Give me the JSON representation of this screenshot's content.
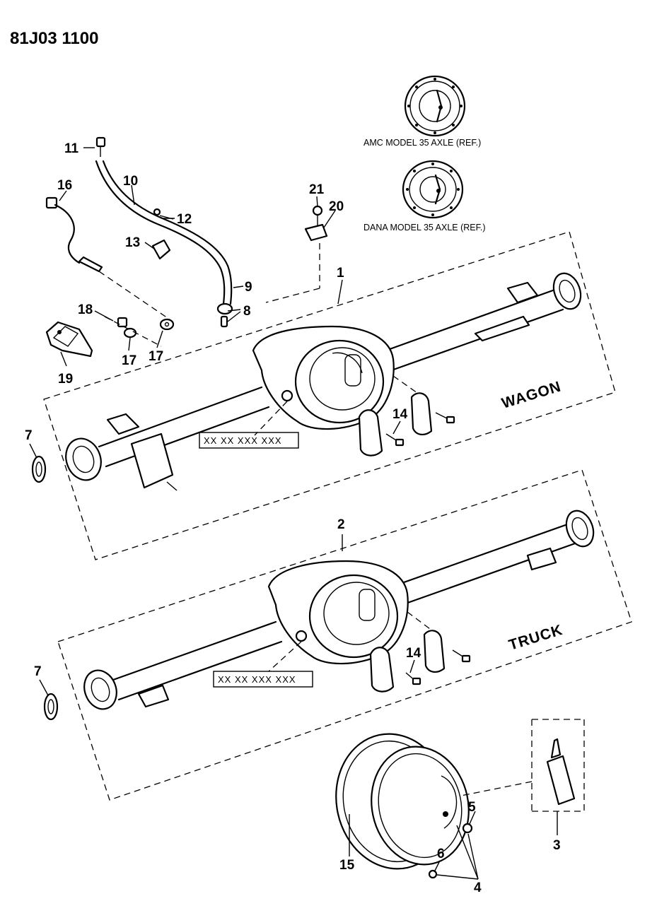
{
  "header": {
    "code": "81J03 1100"
  },
  "references": [
    {
      "id": "amc",
      "label": "AMC MODEL 35 AXLE (REF.)"
    },
    {
      "id": "dana",
      "label": "DANA MODEL 35 AXLE (REF.)"
    }
  ],
  "sections": {
    "wagon": {
      "label": "WAGON",
      "id_mark": "XX XX XXX XXX"
    },
    "truck": {
      "label": "TRUCK",
      "id_mark": "XX XX XXX XXX"
    }
  },
  "callouts": {
    "c1": "1",
    "c2": "2",
    "c3": "3",
    "c4": "4",
    "c5": "5",
    "c6": "6",
    "c7a": "7",
    "c7b": "7",
    "c8": "8",
    "c9": "9",
    "c10": "10",
    "c11": "11",
    "c12": "12",
    "c13": "13",
    "c14a": "14",
    "c14b": "14",
    "c15": "15",
    "c16": "16",
    "c17a": "17",
    "c17b": "17",
    "c18": "18",
    "c19": "19",
    "c20": "20",
    "c21": "21"
  }
}
